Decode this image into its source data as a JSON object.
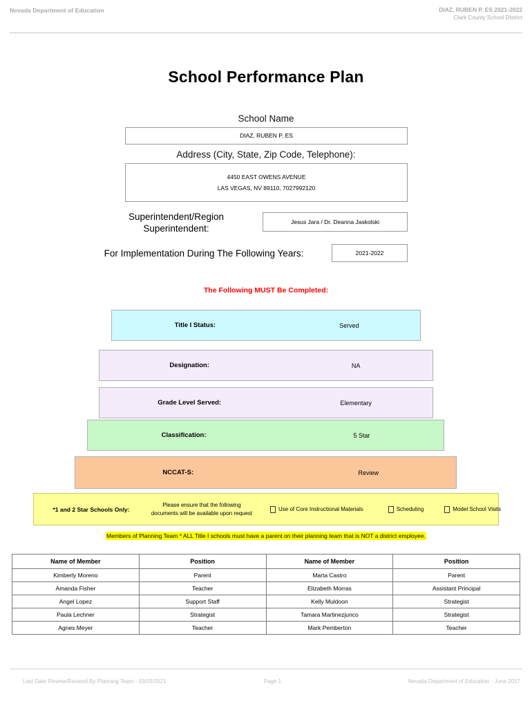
{
  "header": {
    "left": "Nevada Department of Education",
    "right_line1": "DIAZ, RUBEN P. ES  2021-2022",
    "right_line2": "Clark County School District"
  },
  "title": "School Performance Plan",
  "identity": {
    "school_name_label": "School Name",
    "school_name_value": "DIAZ, RUBEN P. ES",
    "address_label": "Address (City, State, Zip Code, Telephone):",
    "address_line1": "4450 EAST OWENS AVENUE",
    "address_line2": "LAS VEGAS, NV  89110, 7027992120",
    "superintendent_label": "Superintendent/Region Superintendent:",
    "superintendent_value": "Jesus Jara / Dr. Deanna Jaskolski",
    "years_label": "For Implementation During The Following Years:",
    "years_value": "2021-2022"
  },
  "must_complete_notice": "The Following MUST Be Completed:",
  "status_bars": [
    {
      "label": "Title I Status:",
      "value": "Served",
      "color": "#ccfaff"
    },
    {
      "label": "Designation:",
      "value": "NA",
      "color": "#f5ecfb"
    },
    {
      "label": "Grade Level Served:",
      "value": "Elementary",
      "color": "#f5ecfb"
    },
    {
      "label": "Classification:",
      "value": "5 Star",
      "color": "#c8f7c8"
    },
    {
      "label": "NCCAT-S:",
      "value": "Review",
      "color": "#fbc69a"
    }
  ],
  "star_schools": {
    "title": "*1 and 2 Star Schools Only:",
    "note_line1": "Please ensure that the following",
    "note_line2": "documents will be available upon request",
    "checkboxes": [
      {
        "label": "Use of Core Instructional Materials",
        "checked": false
      },
      {
        "label": "Scheduling",
        "checked": false
      },
      {
        "label": "Model School Visits",
        "checked": false
      }
    ],
    "band_color": "#ffff99"
  },
  "planning_note": "Members of Planning Team * ALL Title I schools must have a parent on their planning team that is NOT a district employee.",
  "members_table": {
    "headers": [
      "Name of Member",
      "Position",
      "Name of Member",
      "Position"
    ],
    "rows": [
      [
        "Kimberly Moreno",
        "Parent",
        "Marta Castro",
        "Parent"
      ],
      [
        "Amanda Fisher",
        "Teacher",
        "Elizabeth Morras",
        "Assistant Principal"
      ],
      [
        "Angel Lopez",
        "Support Staff",
        "Kelly Muldoon",
        "Strategist"
      ],
      [
        "Paula Lechner",
        "Strategist",
        "Tamara Martinezjunco",
        "Strategist"
      ],
      [
        "Agnes Meyer",
        "Teacher",
        "Mark Pemberton",
        "Teacher"
      ]
    ]
  },
  "footer": {
    "left": "Last Date Review/Revised By Planning Team - 03/03/2021",
    "center": "Page 1",
    "right": "Nevada Department of Education - June 2017"
  }
}
